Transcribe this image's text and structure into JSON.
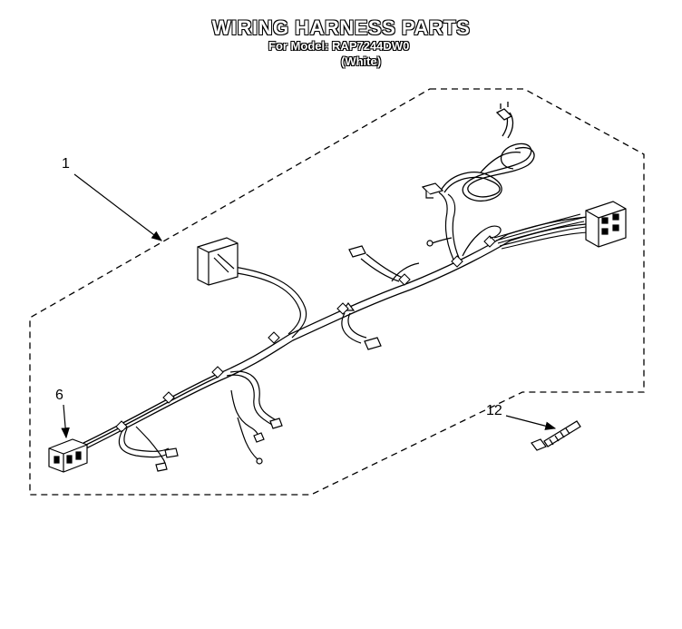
{
  "header": {
    "title": "WIRING HARNESS PARTS",
    "model_line": "For Model: RAP7244DW0",
    "color_line": "(White)"
  },
  "callouts": [
    {
      "id": "1",
      "label": "1"
    },
    {
      "id": "6",
      "label": "6"
    },
    {
      "id": "12",
      "label": "12"
    }
  ],
  "colors": {
    "ink": "#000000",
    "paper": "#ffffff"
  }
}
